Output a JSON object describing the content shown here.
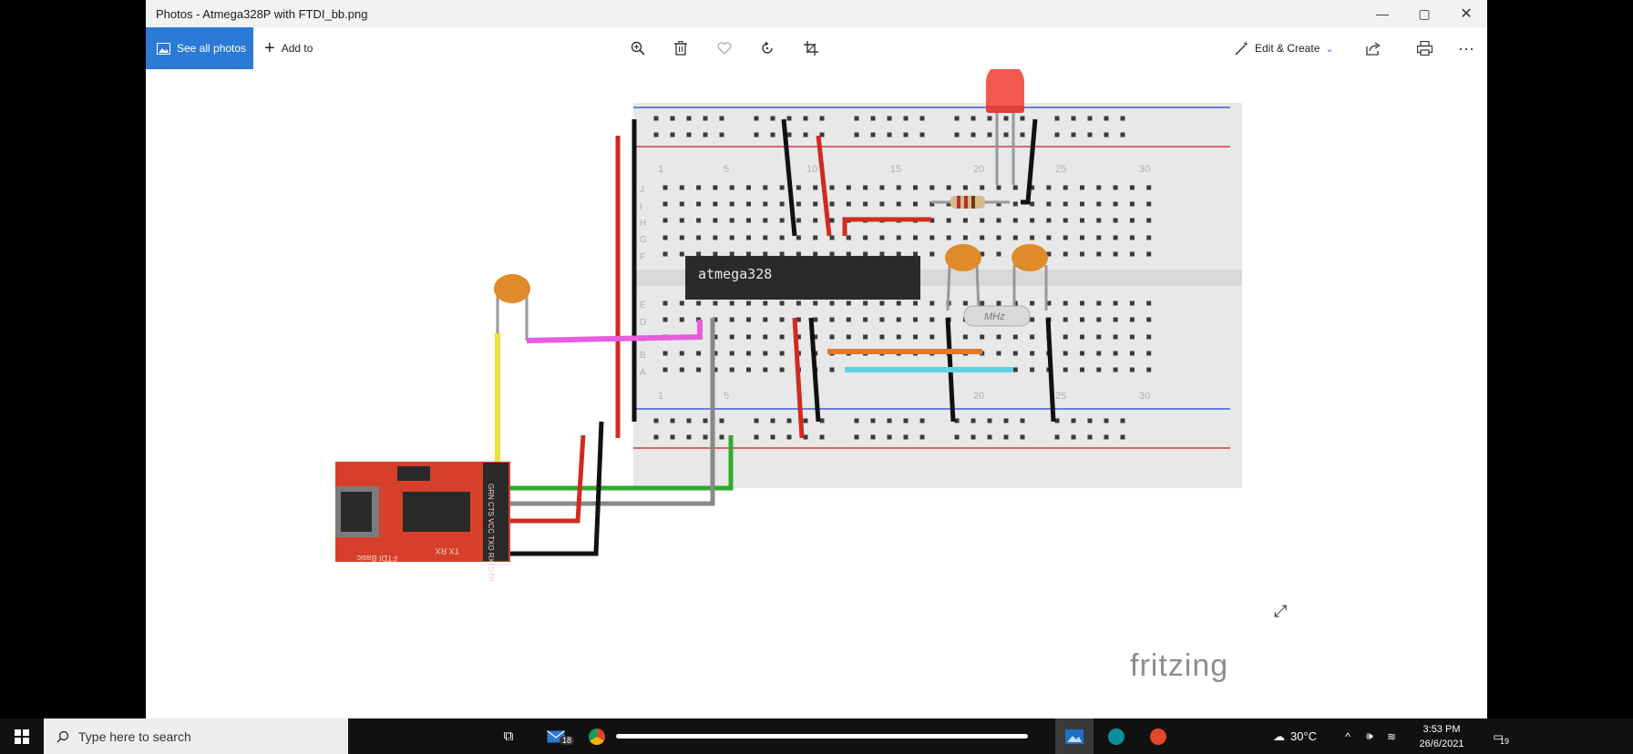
{
  "window": {
    "title": "Photos - Atmega328P with FTDI_bb.png"
  },
  "toolbar": {
    "see_all_label": "See all photos",
    "add_to_label": "Add to",
    "edit_create_label": "Edit & Create",
    "icons": [
      "zoom-icon",
      "delete-icon",
      "heart-icon",
      "rotate-icon",
      "crop-icon",
      "share-icon",
      "print-icon",
      "more-icon"
    ]
  },
  "image": {
    "chip_label": "atmega328",
    "crystal_label": "MHz",
    "ftdi_label": "FTDI Basic",
    "ftdi_txrx": "TX RX",
    "ftdi_pins": "GRN  CTS  VCC  TXO  RXI  DTR",
    "brand": "fritzing",
    "col_numbers": [
      "1",
      "5",
      "10",
      "15",
      "20",
      "25",
      "30"
    ],
    "row_letters_top": [
      "J",
      "I",
      "H",
      "G",
      "F"
    ],
    "row_letters_bottom": [
      "E",
      "D",
      "C",
      "B",
      "A"
    ]
  },
  "taskbar": {
    "search_placeholder": "Type here to search",
    "mail_badge": "18",
    "temperature": "30°C",
    "time": "3:53 PM",
    "date": "26/6/2021",
    "notification_count": "19"
  },
  "colors": {
    "accent": "#2b7ad6",
    "taskbar": "#111111",
    "breadboard": "#e8e8e8"
  }
}
